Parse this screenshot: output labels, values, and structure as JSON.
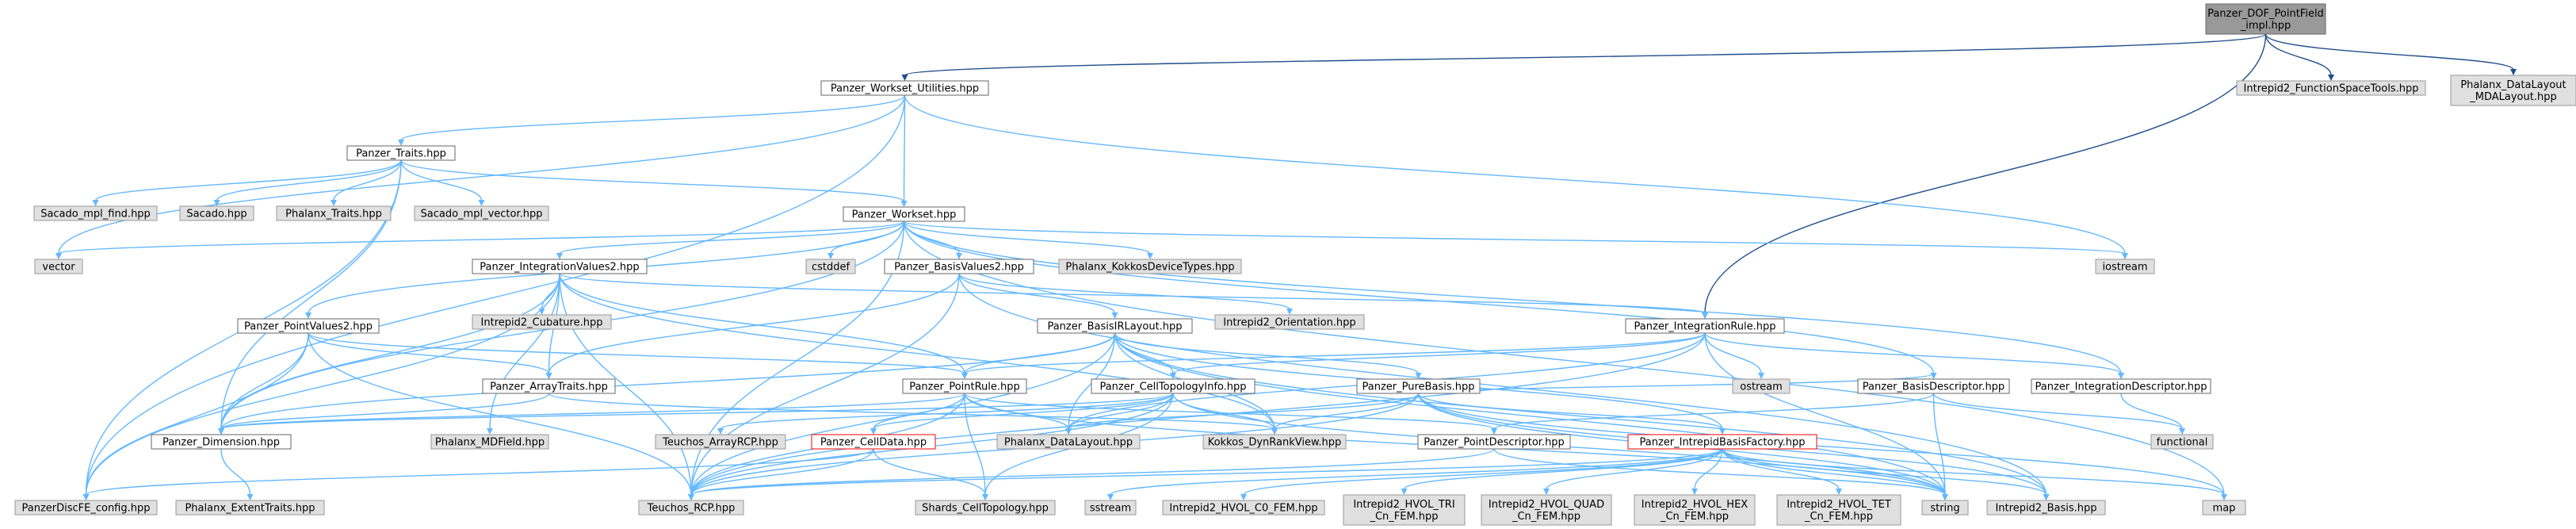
{
  "diagram": {
    "colors": {
      "edge": "#63b8ff",
      "edge_root": "#1f4e8c",
      "node_fill_documented": "#ffffff",
      "node_fill_external": "#e0e0e0",
      "node_fill_root": "#999999",
      "node_border_incomplete": "#ff0000"
    },
    "nodes": [
      {
        "id": "root",
        "label": "Panzer_DOF_PointField\n_impl.hpp",
        "kind": "root"
      },
      {
        "id": "workset_utils",
        "label": "Panzer_Workset_Utilities.hpp",
        "kind": "white"
      },
      {
        "id": "fst",
        "label": "Intrepid2_FunctionSpaceTools.hpp",
        "kind": "grey"
      },
      {
        "id": "mdalayout",
        "label": "Phalanx_DataLayout\n_MDALayout.hpp",
        "kind": "grey"
      },
      {
        "id": "traits",
        "label": "Panzer_Traits.hpp",
        "kind": "white"
      },
      {
        "id": "mpl_find",
        "label": "Sacado_mpl_find.hpp",
        "kind": "grey"
      },
      {
        "id": "sacado",
        "label": "Sacado.hpp",
        "kind": "grey"
      },
      {
        "id": "phx_traits",
        "label": "Phalanx_Traits.hpp",
        "kind": "grey"
      },
      {
        "id": "mpl_vector",
        "label": "Sacado_mpl_vector.hpp",
        "kind": "grey"
      },
      {
        "id": "workset",
        "label": "Panzer_Workset.hpp",
        "kind": "white"
      },
      {
        "id": "vector",
        "label": "vector",
        "kind": "grey"
      },
      {
        "id": "iv2",
        "label": "Panzer_IntegrationValues2.hpp",
        "kind": "white"
      },
      {
        "id": "cstddef",
        "label": "cstddef",
        "kind": "grey"
      },
      {
        "id": "bv2",
        "label": "Panzer_BasisValues2.hpp",
        "kind": "white"
      },
      {
        "id": "kokkosdev",
        "label": "Phalanx_KokkosDeviceTypes.hpp",
        "kind": "grey"
      },
      {
        "id": "iostream",
        "label": "iostream",
        "kind": "grey"
      },
      {
        "id": "cubature",
        "label": "Intrepid2_Cubature.hpp",
        "kind": "grey"
      },
      {
        "id": "orientation",
        "label": "Intrepid2_Orientation.hpp",
        "kind": "grey"
      },
      {
        "id": "pv2",
        "label": "Panzer_PointValues2.hpp",
        "kind": "white"
      },
      {
        "id": "birlayout",
        "label": "Panzer_BasisIRLayout.hpp",
        "kind": "white"
      },
      {
        "id": "intrule",
        "label": "Panzer_IntegrationRule.hpp",
        "kind": "white"
      },
      {
        "id": "arraytraits",
        "label": "Panzer_ArrayTraits.hpp",
        "kind": "white"
      },
      {
        "id": "pointrule",
        "label": "Panzer_PointRule.hpp",
        "kind": "white"
      },
      {
        "id": "celltopo",
        "label": "Panzer_CellTopologyInfo.hpp",
        "kind": "white"
      },
      {
        "id": "purebasis",
        "label": "Panzer_PureBasis.hpp",
        "kind": "white"
      },
      {
        "id": "ostream",
        "label": "ostream",
        "kind": "grey"
      },
      {
        "id": "basisdesc",
        "label": "Panzer_BasisDescriptor.hpp",
        "kind": "white"
      },
      {
        "id": "intdesc",
        "label": "Panzer_IntegrationDescriptor.hpp",
        "kind": "white"
      },
      {
        "id": "dimension",
        "label": "Panzer_Dimension.hpp",
        "kind": "white"
      },
      {
        "id": "mdfield",
        "label": "Phalanx_MDField.hpp",
        "kind": "grey"
      },
      {
        "id": "arrayrcp",
        "label": "Teuchos_ArrayRCP.hpp",
        "kind": "grey"
      },
      {
        "id": "celldata",
        "label": "Panzer_CellData.hpp",
        "kind": "red"
      },
      {
        "id": "phxlayout",
        "label": "Phalanx_DataLayout.hpp",
        "kind": "grey"
      },
      {
        "id": "dynrank",
        "label": "Kokkos_DynRankView.hpp",
        "kind": "grey"
      },
      {
        "id": "pointdesc",
        "label": "Panzer_PointDescriptor.hpp",
        "kind": "white"
      },
      {
        "id": "ibfactory",
        "label": "Panzer_IntrepidBasisFactory.hpp",
        "kind": "red"
      },
      {
        "id": "functional",
        "label": "functional",
        "kind": "grey"
      },
      {
        "id": "discfe",
        "label": "PanzerDiscFE_config.hpp",
        "kind": "grey"
      },
      {
        "id": "extent",
        "label": "Phalanx_ExtentTraits.hpp",
        "kind": "grey"
      },
      {
        "id": "rcp",
        "label": "Teuchos_RCP.hpp",
        "kind": "grey"
      },
      {
        "id": "shards",
        "label": "Shards_CellTopology.hpp",
        "kind": "grey"
      },
      {
        "id": "sstream",
        "label": "sstream",
        "kind": "grey"
      },
      {
        "id": "c0fem",
        "label": "Intrepid2_HVOL_C0_FEM.hpp",
        "kind": "grey"
      },
      {
        "id": "trifem",
        "label": "Intrepid2_HVOL_TRI\n_Cn_FEM.hpp",
        "kind": "grey"
      },
      {
        "id": "quadfem",
        "label": "Intrepid2_HVOL_QUAD\n_Cn_FEM.hpp",
        "kind": "grey"
      },
      {
        "id": "hexfem",
        "label": "Intrepid2_HVOL_HEX\n_Cn_FEM.hpp",
        "kind": "grey"
      },
      {
        "id": "tetfem",
        "label": "Intrepid2_HVOL_TET\n_Cn_FEM.hpp",
        "kind": "grey"
      },
      {
        "id": "string",
        "label": "string",
        "kind": "grey"
      },
      {
        "id": "i2basis",
        "label": "Intrepid2_Basis.hpp",
        "kind": "grey"
      },
      {
        "id": "map",
        "label": "map",
        "kind": "grey"
      }
    ],
    "edges": [
      [
        "root",
        "workset_utils"
      ],
      [
        "root",
        "fst"
      ],
      [
        "root",
        "mdalayout"
      ],
      [
        "root",
        "intrule"
      ],
      [
        "workset_utils",
        "traits"
      ],
      [
        "workset_utils",
        "workset"
      ],
      [
        "workset_utils",
        "iostream"
      ],
      [
        "workset_utils",
        "vector"
      ],
      [
        "workset_utils",
        "discfe"
      ],
      [
        "traits",
        "mpl_find"
      ],
      [
        "traits",
        "sacado"
      ],
      [
        "traits",
        "phx_traits"
      ],
      [
        "traits",
        "mpl_vector"
      ],
      [
        "traits",
        "workset"
      ],
      [
        "traits",
        "discfe"
      ],
      [
        "traits",
        "dimension"
      ],
      [
        "workset",
        "vector"
      ],
      [
        "workset",
        "iv2"
      ],
      [
        "workset",
        "cstddef"
      ],
      [
        "workset",
        "bv2"
      ],
      [
        "workset",
        "kokkosdev"
      ],
      [
        "workset",
        "iostream"
      ],
      [
        "workset",
        "pv2"
      ],
      [
        "workset",
        "dimension"
      ],
      [
        "workset",
        "basisdesc"
      ],
      [
        "workset",
        "intdesc"
      ],
      [
        "workset",
        "rcp"
      ],
      [
        "workset",
        "map"
      ],
      [
        "iv2",
        "cubature"
      ],
      [
        "iv2",
        "intrule"
      ],
      [
        "iv2",
        "arraytraits"
      ],
      [
        "iv2",
        "dimension"
      ],
      [
        "iv2",
        "mdfield"
      ],
      [
        "iv2",
        "discfe"
      ],
      [
        "iv2",
        "rcp"
      ],
      [
        "iv2",
        "dynrank"
      ],
      [
        "iv2",
        "pointrule"
      ],
      [
        "bv2",
        "orientation"
      ],
      [
        "bv2",
        "birlayout"
      ],
      [
        "bv2",
        "arraytraits"
      ],
      [
        "bv2",
        "rcp"
      ],
      [
        "bv2",
        "i2basis"
      ],
      [
        "pv2",
        "arraytraits"
      ],
      [
        "pv2",
        "pointrule"
      ],
      [
        "pv2",
        "dimension"
      ],
      [
        "pv2",
        "discfe"
      ],
      [
        "pv2",
        "rcp"
      ],
      [
        "birlayout",
        "pointrule"
      ],
      [
        "birlayout",
        "celltopo"
      ],
      [
        "birlayout",
        "purebasis"
      ],
      [
        "birlayout",
        "dimension"
      ],
      [
        "birlayout",
        "phxlayout"
      ],
      [
        "birlayout",
        "dynrank"
      ],
      [
        "birlayout",
        "rcp"
      ],
      [
        "birlayout",
        "string"
      ],
      [
        "birlayout",
        "ibfactory"
      ],
      [
        "birlayout",
        "i2basis"
      ],
      [
        "intrule",
        "pointrule"
      ],
      [
        "intrule",
        "ostream"
      ],
      [
        "intrule",
        "intdesc"
      ],
      [
        "intrule",
        "celltopo"
      ],
      [
        "intrule",
        "rcp"
      ],
      [
        "intrule",
        "phxlayout"
      ],
      [
        "intrule",
        "string"
      ],
      [
        "arraytraits",
        "dimension"
      ],
      [
        "arraytraits",
        "dynrank"
      ],
      [
        "pointrule",
        "dimension"
      ],
      [
        "pointrule",
        "celldata"
      ],
      [
        "pointrule",
        "phxlayout"
      ],
      [
        "pointrule",
        "shards"
      ],
      [
        "pointrule",
        "rcp"
      ],
      [
        "pointrule",
        "pointdesc"
      ],
      [
        "pointrule",
        "string"
      ],
      [
        "celltopo",
        "arrayrcp"
      ],
      [
        "celltopo",
        "celldata"
      ],
      [
        "celltopo",
        "phxlayout"
      ],
      [
        "celltopo",
        "dynrank"
      ],
      [
        "celltopo",
        "dimension"
      ],
      [
        "celltopo",
        "rcp"
      ],
      [
        "celltopo",
        "shards"
      ],
      [
        "celltopo",
        "string"
      ],
      [
        "purebasis",
        "phxlayout"
      ],
      [
        "purebasis",
        "dynrank"
      ],
      [
        "purebasis",
        "ibfactory"
      ],
      [
        "purebasis",
        "basisdesc"
      ],
      [
        "purebasis",
        "string"
      ],
      [
        "purebasis",
        "rcp"
      ],
      [
        "purebasis",
        "i2basis"
      ],
      [
        "purebasis",
        "map"
      ],
      [
        "basisdesc",
        "functional"
      ],
      [
        "basisdesc",
        "pointdesc"
      ],
      [
        "basisdesc",
        "string"
      ],
      [
        "intdesc",
        "functional"
      ],
      [
        "dimension",
        "extent"
      ],
      [
        "celldata",
        "rcp"
      ],
      [
        "celldata",
        "shards"
      ],
      [
        "celldata",
        "discfe"
      ],
      [
        "pointdesc",
        "rcp"
      ],
      [
        "pointdesc",
        "string"
      ],
      [
        "ibfactory",
        "sstream"
      ],
      [
        "ibfactory",
        "c0fem"
      ],
      [
        "ibfactory",
        "trifem"
      ],
      [
        "ibfactory",
        "quadfem"
      ],
      [
        "ibfactory",
        "hexfem"
      ],
      [
        "ibfactory",
        "tetfem"
      ],
      [
        "ibfactory",
        "string"
      ],
      [
        "ibfactory",
        "i2basis"
      ],
      [
        "ibfactory",
        "rcp"
      ],
      [
        "ibfactory",
        "map"
      ]
    ]
  }
}
